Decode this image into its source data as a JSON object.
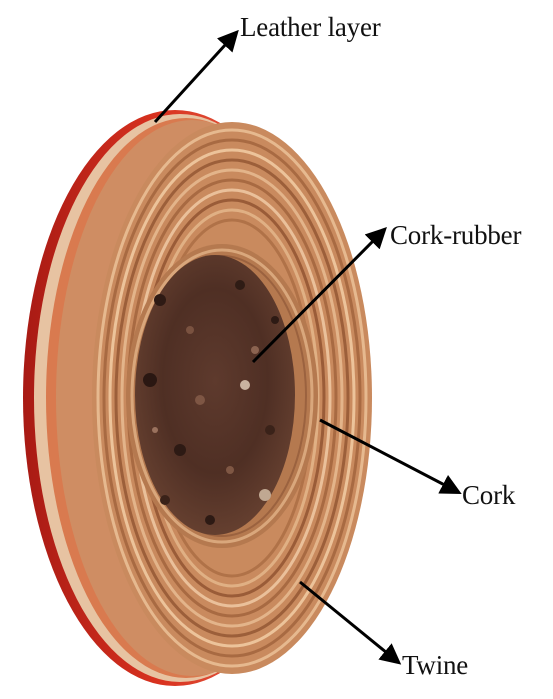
{
  "figure": {
    "labels": {
      "leather_layer": "Leather layer",
      "cork_rubber": "Cork-rubber",
      "cork": "Cork",
      "twine": "Twine"
    },
    "colors": {
      "leather_red": "#c8261c",
      "leather_cream": "#e8c9a8",
      "twine_light": "#d9a77c",
      "twine_mid": "#b87a4f",
      "twine_dark": "#8a5634",
      "core_dark": "#4a2c22",
      "core_mid": "#6b4234",
      "arrow": "#000000"
    }
  }
}
